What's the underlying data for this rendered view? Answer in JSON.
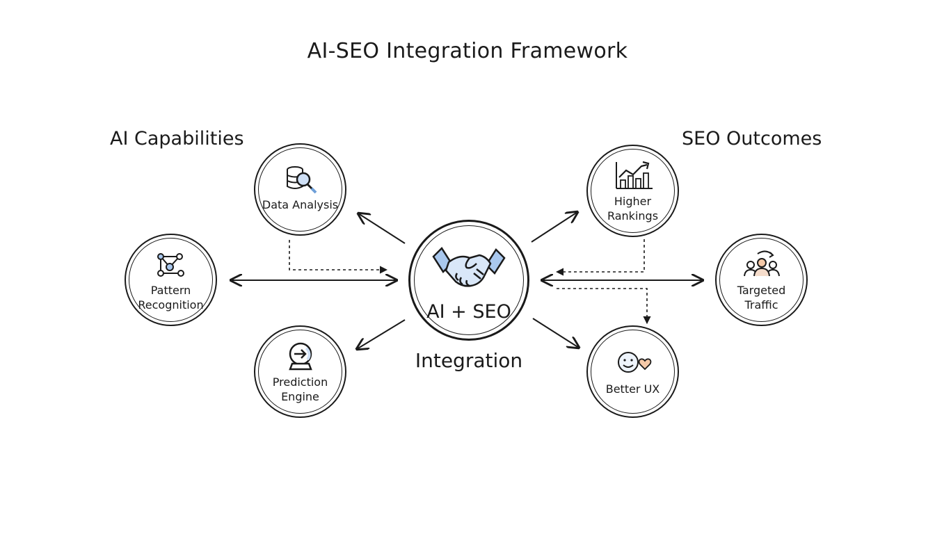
{
  "title": "AI-SEO Integration Framework",
  "left_section": "AI Capabilities",
  "right_section": "SEO Outcomes",
  "center": {
    "label": "AI + SEO",
    "icon": "handshake-icon",
    "caption": "Integration"
  },
  "ai_capabilities": [
    {
      "label": "Data Analysis",
      "icon": "database-search-icon"
    },
    {
      "label": "Pattern\nRecognition",
      "icon": "pattern-network-icon"
    },
    {
      "label": "Prediction\nEngine",
      "icon": "crystal-ball-icon"
    }
  ],
  "seo_outcomes": [
    {
      "label": "Higher\nRankings",
      "icon": "bar-chart-up-icon"
    },
    {
      "label": "Targeted\nTraffic",
      "icon": "audience-icon"
    },
    {
      "label": "Better UX",
      "icon": "smiley-heart-icon"
    }
  ],
  "colors": {
    "accent_blue": "#a9c8ee",
    "accent_orange": "#f5c9a8",
    "ink": "#1a1a1a"
  }
}
